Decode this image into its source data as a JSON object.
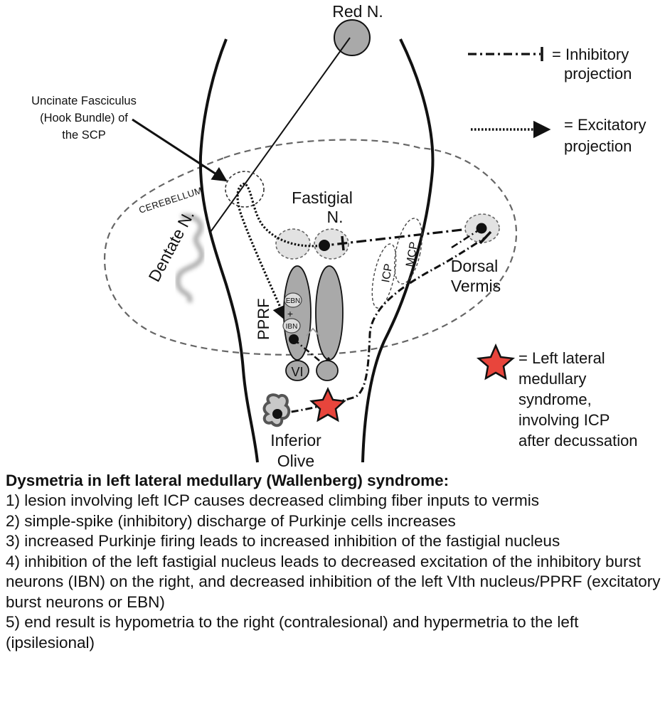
{
  "labels": {
    "red_nucleus": "Red N.",
    "uncinate": [
      "Uncinate Fasciculus",
      "(Hook Bundle) of",
      "the SCP"
    ],
    "cerebellum": "CEREBELLUM",
    "fastigial": [
      "Fastigial",
      "N."
    ],
    "dentate": "Dentate N.",
    "pprf": "PPRF",
    "ebn": "EBN",
    "ibn": "IBN",
    "plus": "+",
    "vi": "VI",
    "icp": "ICP",
    "mcp": "MCP",
    "dorsal_vermis": [
      "Dorsal",
      "Vermis"
    ],
    "inferior_olive": [
      "Inferior",
      "Olive"
    ]
  },
  "legend": {
    "inhibitory": [
      "= Inhibitory",
      "projection"
    ],
    "excitatory": [
      "= Excitatory",
      "projection"
    ],
    "lesion": [
      "= Left lateral",
      "medullary",
      "syndrome,",
      "involving ICP",
      "after decussation"
    ]
  },
  "colors": {
    "lesion_star": "#e8453c",
    "nucleus_fill": "#a9a9a9",
    "light_fill": "#dcdcdc"
  },
  "caption": {
    "title": "Dysmetria in left lateral medullary (Wallenberg) syndrome:",
    "items": [
      "1) lesion involving left ICP causes decreased climbing fiber inputs to vermis",
      "2) simple-spike (inhibitory) discharge of Purkinje cells increases",
      "3) increased Purkinje firing leads to increased inhibition of the fastigial nucleus",
      "4) inhibition of the left fastigial nucleus leads to decreased excitation of the inhibitory burst neurons (IBN) on the right, and decreased inhibition of the left VIth nucleus/PPRF (excitatory burst neurons or EBN)",
      "5) end result is hypometria to the right (contralesional) and hypermetria to the left (ipsilesional)"
    ]
  }
}
